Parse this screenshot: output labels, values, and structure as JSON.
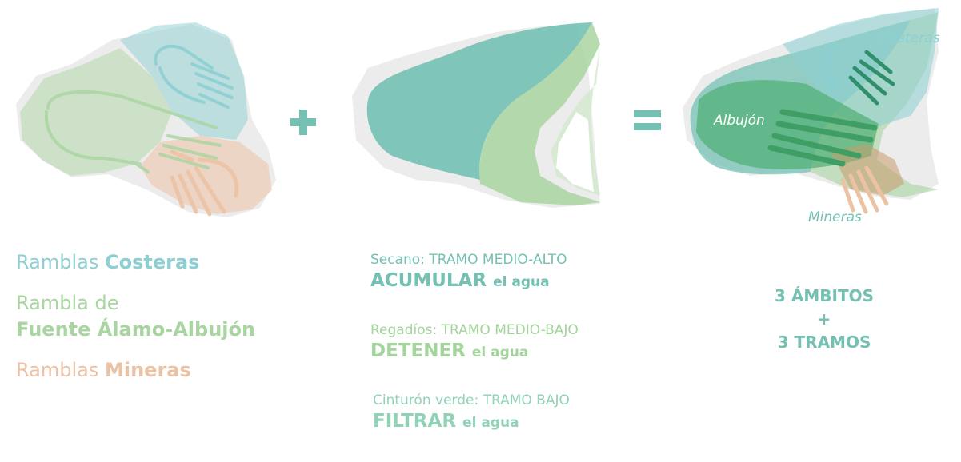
{
  "operators": {
    "plus": "+",
    "equals": "="
  },
  "legend": {
    "costeras_prefix": "Ramblas ",
    "costeras_bold": "Costeras",
    "fuente_prefix": "Rambla de",
    "fuente_bold": "Fuente Álamo-Albujón",
    "mineras_prefix": "Ramblas ",
    "mineras_bold": "Mineras"
  },
  "strategies": [
    {
      "zone": "Secano: TRAMO MEDIO-ALTO",
      "action": "ACUMULAR",
      "object": "el agua"
    },
    {
      "zone": "Regadíos: TRAMO MEDIO-BAJO",
      "action": "DETENER",
      "object": "el agua"
    },
    {
      "zone": "Cinturón verde: TRAMO BAJO",
      "action": "FILTRAR",
      "object": "el agua"
    }
  ],
  "summary": {
    "line1": "3 ÁMBITOS",
    "line2": "+",
    "line3": "3 TRAMOS"
  },
  "map_labels": {
    "costeras": "Costeras",
    "albujon": "Albujón",
    "mineras": "Mineras"
  },
  "colors": {
    "costeras": "#8dcfd2",
    "fuente_alamo": "#a8d5a0",
    "mineras": "#ecc2a4",
    "teal": "#74c1b4",
    "green_dark": "#4fae73",
    "basin_gray": "#e6e6e6"
  },
  "icons": [
    "hand-icon",
    "plus-icon",
    "equals-icon"
  ]
}
